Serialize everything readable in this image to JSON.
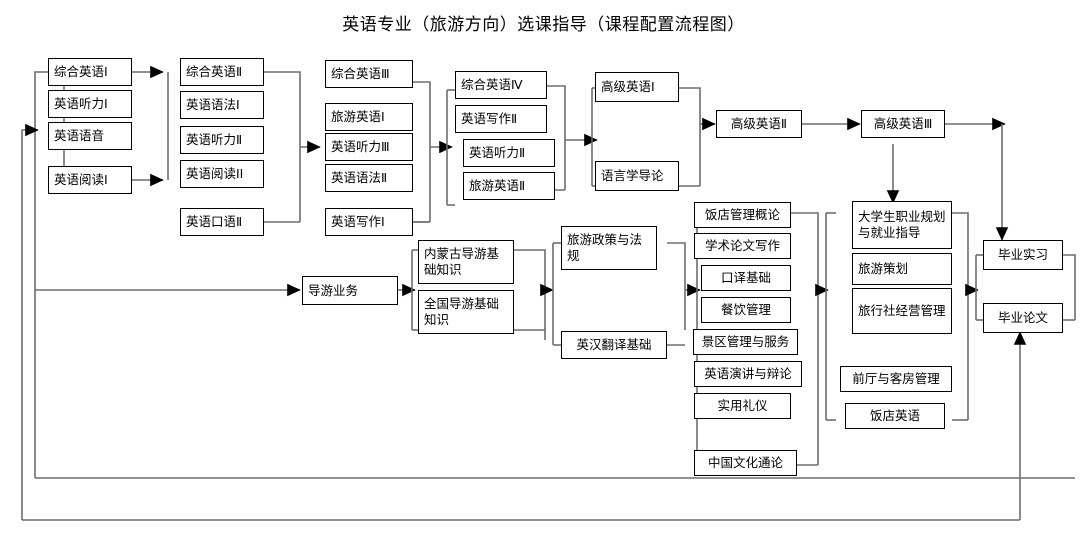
{
  "title": "英语专业（旅游方向）选课指导（课程配置流程图）",
  "colors": {
    "line": "#6e6e6e",
    "line_dark": "#000000",
    "box_border": "#000000",
    "bg": "#ffffff",
    "text": "#000000"
  },
  "chart_data": {
    "type": "flowchart",
    "title": "英语专业（旅游方向）选课指导（课程配置流程图）",
    "groups": [
      {
        "name": "semester-1",
        "nodes": [
          "综合英语Ⅰ",
          "英语听力Ⅰ",
          "英语语音",
          "英语阅读Ⅰ"
        ]
      },
      {
        "name": "semester-2",
        "nodes": [
          "综合英语Ⅱ",
          "英语语法Ⅰ",
          "英语听力Ⅱ",
          "英语阅读ⅠⅠ",
          "英语口语Ⅱ"
        ]
      },
      {
        "name": "semester-3",
        "nodes": [
          "综合英语Ⅲ",
          "旅游英语Ⅰ",
          "英语听力Ⅲ",
          "英语语法Ⅱ",
          "英语写作Ⅰ"
        ]
      },
      {
        "name": "semester-4",
        "nodes": [
          "综合英语Ⅳ",
          "英语写作Ⅱ",
          "英语听力Ⅱ",
          "旅游英语Ⅱ"
        ]
      },
      {
        "name": "semester-5",
        "nodes": [
          "高级英语Ⅰ",
          "语言学导论"
        ]
      },
      {
        "name": "advanced",
        "nodes": [
          "高级英语Ⅱ",
          "高级英语Ⅲ"
        ]
      },
      {
        "name": "guide-track",
        "nodes": [
          "导游业务",
          "内蒙古导游基础知识",
          "全国导游基础知识"
        ]
      },
      {
        "name": "policy-track",
        "nodes": [
          "旅游政策与法规",
          "英汉翻译基础"
        ]
      },
      {
        "name": "electives",
        "nodes": [
          "饭店管理概论",
          "学术论文写作",
          "口译基础",
          "餐饮管理",
          "景区管理与服务",
          "英语演讲与辩论",
          "实用礼仪",
          "中国文化通论"
        ]
      },
      {
        "name": "career-track",
        "nodes": [
          "大学生职业规划与就业指导",
          "旅游策划",
          "旅行社经营管理",
          "前厅与客房管理",
          "饭店英语"
        ]
      },
      {
        "name": "graduation",
        "nodes": [
          "毕业实习",
          "毕业论文"
        ]
      }
    ]
  },
  "nodes": {
    "zonghe1": "综合英语Ⅰ",
    "tingli1": "英语听力Ⅰ",
    "yuyin": "英语语音",
    "yuedu1": "英语阅读Ⅰ",
    "zonghe2": "综合英语Ⅱ",
    "yufa1": "英语语法Ⅰ",
    "tingli2": "英语听力Ⅱ",
    "yuedu2": "英语阅读ⅠⅠ",
    "kouyu2": "英语口语Ⅱ",
    "zonghe3": "综合英语Ⅲ",
    "lvyou1": "旅游英语Ⅰ",
    "tingli3": "英语听力Ⅲ",
    "yufa2": "英语语法Ⅱ",
    "xiezuo1": "英语写作Ⅰ",
    "zonghe4": "综合英语Ⅳ",
    "xiezuo2": "英语写作Ⅱ",
    "tingli2b": "英语听力Ⅱ",
    "lvyou2": "旅游英语Ⅱ",
    "gaoji1": "高级英语Ⅰ",
    "yuyanxue": "语言学导论",
    "gaoji2": "高级英语Ⅱ",
    "gaoji3": "高级英语Ⅲ",
    "daoyou": "导游业务",
    "neimenggu": "内蒙古导游基础知识",
    "quanguo": "全国导游基础知识",
    "zhengce": "旅游政策与法规",
    "fanyi": "英汉翻译基础",
    "fandian_gl": "饭店管理概论",
    "xueshu": "学术论文写作",
    "kouyi": "口译基础",
    "canyin": "餐饮管理",
    "jingqu": "景区管理与服务",
    "yanjiang": "英语演讲与辩论",
    "liyi": "实用礼仪",
    "wenhua": "中国文化通论",
    "zhiye": "大学生职业规划与就业指导",
    "cehua": "旅游策划",
    "lvxingshe": "旅行社经营管理",
    "qianting": "前厅与客房管理",
    "fandian_en": "饭店英语",
    "shixi": "毕业实习",
    "lunwen": "毕业论文"
  }
}
